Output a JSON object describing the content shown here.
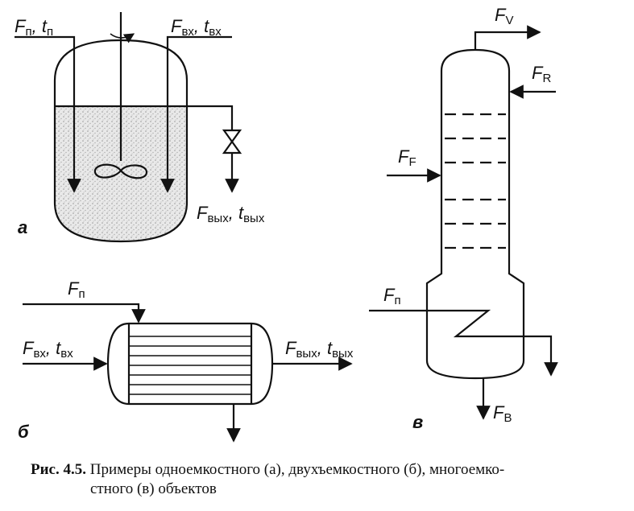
{
  "labels": {
    "a_in1_F": "F",
    "a_in1_Fs": "п",
    "a_in1_t": "t",
    "a_in1_ts": "п",
    "a_in2_F": "F",
    "a_in2_Fs": "вх",
    "a_in2_t": "t",
    "a_in2_ts": "вх",
    "a_out_F": "F",
    "a_out_Fs": "вых",
    "a_out_t": "t",
    "a_out_ts": "вых",
    "b_top_F": "F",
    "b_top_Fs": "п",
    "b_in_F": "F",
    "b_in_Fs": "вх",
    "b_in_t": "t",
    "b_in_ts": "вх",
    "b_out_F": "F",
    "b_out_Fs": "вых",
    "b_out_t": "t",
    "b_out_ts": "вых",
    "c_top_F": "F",
    "c_top_Fs": "V",
    "c_R_F": "F",
    "c_R_Fs": "R",
    "c_F_F": "F",
    "c_F_Fs": "F",
    "c_n_F": "F",
    "c_n_Fs": "п",
    "c_B_F": "F",
    "c_B_Fs": "B",
    "panel_a": "а",
    "panel_b": "б",
    "panel_c": "в"
  },
  "caption": {
    "prefix": "Рис. 4.5.",
    "line1": " Примеры одноемкостного (а), двухъемкостного (б), многоемко-",
    "line2": "стного (в) объектов"
  }
}
